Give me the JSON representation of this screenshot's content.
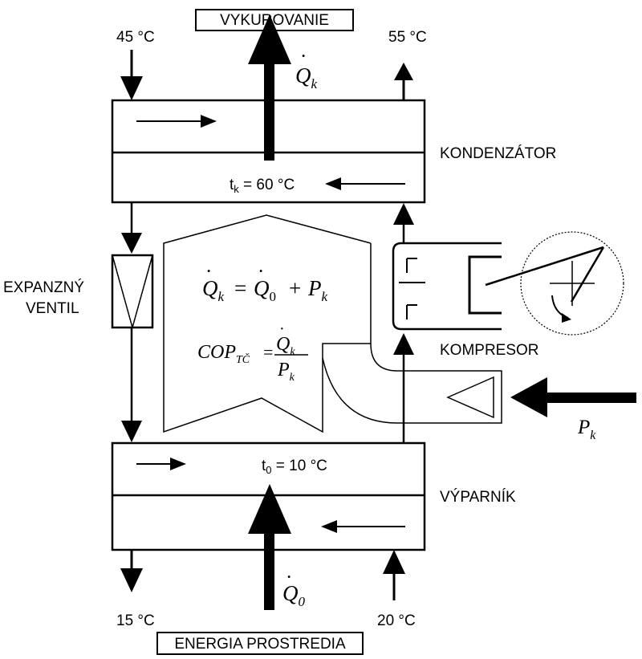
{
  "labels": {
    "top_box": "VYKUROVANIE",
    "bottom_box": "ENERGIA PROSTREDIA",
    "condenser": "KONDENZÁTOR",
    "compressor": "KOMPRESOR",
    "evaporator": "VÝPARNÍK",
    "valve_line1": "EXPANZNÝ",
    "valve_line2": "VENTIL"
  },
  "temperatures": {
    "top_left": "45 °C",
    "top_right": "55 °C",
    "bottom_left": "15 °C",
    "bottom_right": "20 °C",
    "condenser_tk": "t",
    "condenser_tk_sub": "k",
    "condenser_tk_value": " = 60 °C",
    "evaporator_t0": "t",
    "evaporator_t0_sub": "0",
    "evaporator_t0_value": " = 10 °C"
  },
  "symbols": {
    "q": "Q",
    "k": "k",
    "zero": "0",
    "p": "P",
    "cop": "COP",
    "tc": "TČ",
    "eq": "=",
    "plus": "+",
    "dot": "·"
  }
}
